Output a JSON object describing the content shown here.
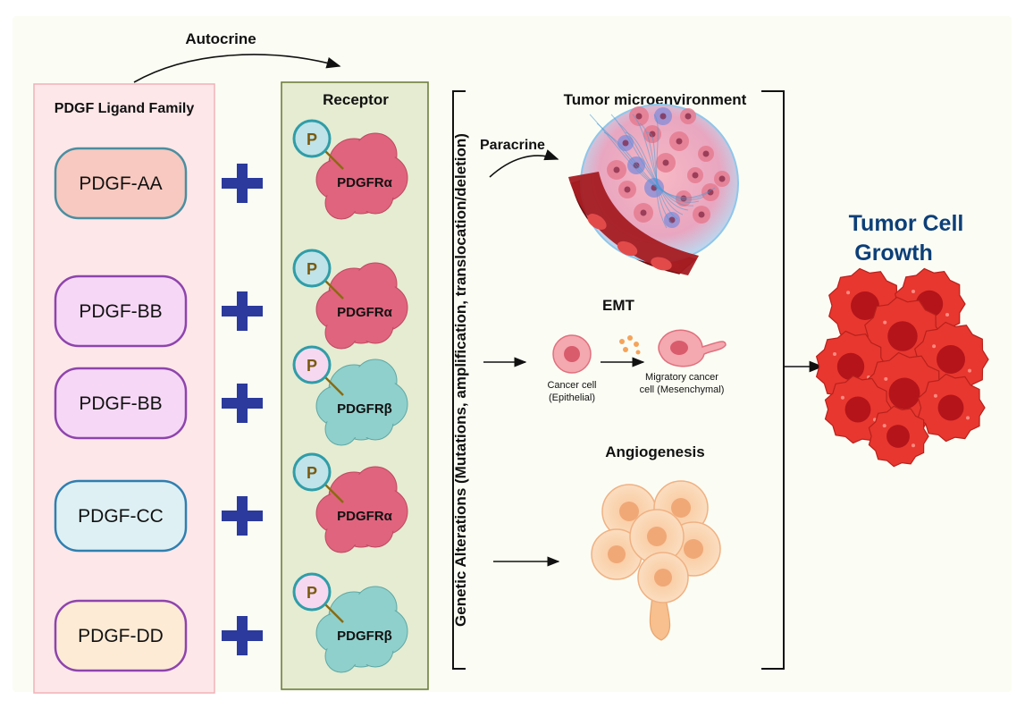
{
  "labels": {
    "autocrine": "Autocrine",
    "ligand_family": "PDGF Ligand Family",
    "receptor": "Receptor",
    "genetic_alterations": "Genetic Alterations (Mutations, amplification, translocation/deletion)",
    "tumor_microenvironment": "Tumor microenvironment",
    "paracrine": "Paracrine",
    "emt": "EMT",
    "cancer_cell_line1": "Cancer cell",
    "cancer_cell_line2": "(Epithelial)",
    "migratory_line1": "Migratory cancer",
    "migratory_line2": "cell (Mesenchymal)",
    "angiogenesis": "Angiogenesis",
    "tumor_growth_line1": "Tumor Cell",
    "tumor_growth_line2": "Growth"
  },
  "ligands": [
    {
      "label": "PDGF-AA",
      "fill": "#f8c9c0",
      "stroke": "#4a8ea0"
    },
    {
      "label": "PDGF-BB",
      "fill": "#f6d8f6",
      "stroke": "#8e44ad"
    },
    {
      "label": "PDGF-BB",
      "fill": "#f6d8f6",
      "stroke": "#8e44ad"
    },
    {
      "label": "PDGF-CC",
      "fill": "#dff0f4",
      "stroke": "#2f7fb0"
    },
    {
      "label": "PDGF-DD",
      "fill": "#fdebd6",
      "stroke": "#8e44ad"
    }
  ],
  "receptors": [
    {
      "label": "PDGFRα",
      "phospho": "P",
      "type": "alpha"
    },
    {
      "label": "PDGFRα",
      "phospho": "P",
      "type": "alpha"
    },
    {
      "label": "PDGFRβ",
      "phospho": "P",
      "type": "beta"
    },
    {
      "label": "PDGFRα",
      "phospho": "P",
      "type": "alpha"
    },
    {
      "label": "PDGFRβ",
      "phospho": "P",
      "type": "beta"
    }
  ],
  "colors": {
    "plus": "#2b3a9c",
    "alpha_receptor": "#e0647e",
    "beta_receptor": "#8fd0cc",
    "alpha_phospho": "#bfe3e8",
    "beta_phospho": "#f6d8f0",
    "tumor_title": "#0d3f78",
    "tumor_cell": "#e8372f",
    "receptor_panel": "#e5ecd2"
  }
}
